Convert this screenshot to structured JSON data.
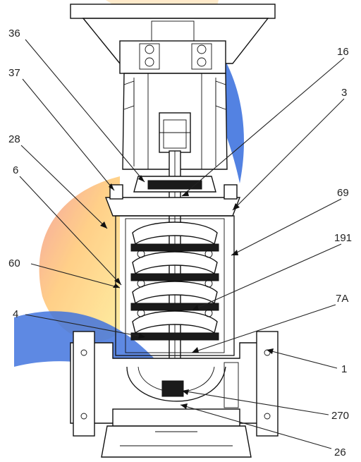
{
  "callouts": {
    "c36": "36",
    "c16": "16",
    "c37": "37",
    "c3": "3",
    "c28": "28",
    "c6": "6",
    "c69": "69",
    "c191": "191",
    "c60": "60",
    "c7A": "7A",
    "c4": "4",
    "c1": "1",
    "c270": "270",
    "c26": "26"
  },
  "colors": {
    "watermark_red": "#e53935",
    "watermark_orange": "#ffa726",
    "watermark_yellow": "#fdd835",
    "watermark_blue": "#1e5bd8",
    "line": "#111111"
  }
}
